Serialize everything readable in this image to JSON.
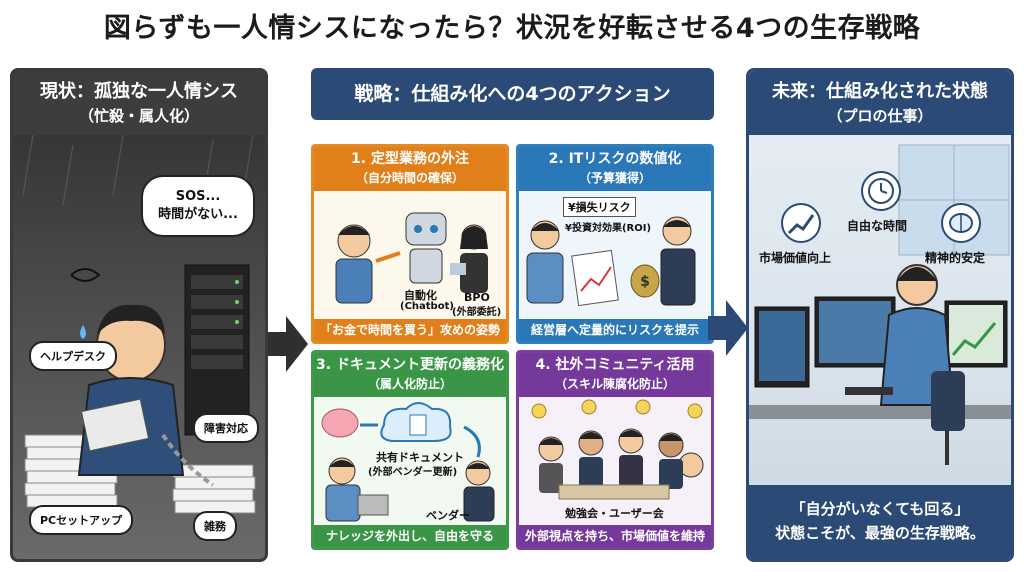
{
  "title": "図らずも一人情シスになったら？状況を好転させる4つの生存戦略",
  "left": {
    "heading": "現状：孤独な一人情シス",
    "subheading": "（忙殺・属人化）",
    "bubble": "SOS...\n時間がない...",
    "tags": [
      "ヘルプデスク",
      "障害対応",
      "PCセットアップ",
      "雑務"
    ]
  },
  "middle": {
    "heading": "戦略：仕組み化への4つのアクション",
    "cards": [
      {
        "title": "1. 定型業務の外注",
        "sub": "（自分時間の確保）",
        "labels": [
          "自動化",
          "(Chatbot)",
          "BPO",
          "(外部委託)"
        ],
        "footer": "「お金で時間を買う」攻めの姿勢"
      },
      {
        "title": "2. ITリスクの数値化",
        "sub": "（予算獲得）",
        "labels": [
          "¥損失リスク",
          "¥投資対効果(ROI)"
        ],
        "footer": "経営層へ定量的にリスクを提示"
      },
      {
        "title": "3. ドキュメント更新の義務化",
        "sub": "（属人化防止）",
        "labels": [
          "共有ドキュメント",
          "(外部ベンダー更新)",
          "ベンダー"
        ],
        "footer": "ナレッジを外出し、自由を守る"
      },
      {
        "title": "4. 社外コミュニティ活用",
        "sub": "（スキル陳腐化防止）",
        "labels": [
          "勉強会・ユーザー会"
        ],
        "footer": "外部視点を持ち、市場価値を維持"
      }
    ]
  },
  "right": {
    "heading": "未来：仕組み化された状態",
    "subheading": "（プロの仕事）",
    "benefits": [
      "市場価値向上",
      "自由な時間",
      "精神的安定"
    ],
    "footer_line1": "「自分がいなくても回る」",
    "footer_line2": "状態こそが、最強の生存戦略。"
  },
  "colors": {
    "navy": "#2b4a76",
    "orange": "#e1801a",
    "blue": "#2a78b8",
    "green": "#3a9646",
    "purple": "#74399b"
  }
}
